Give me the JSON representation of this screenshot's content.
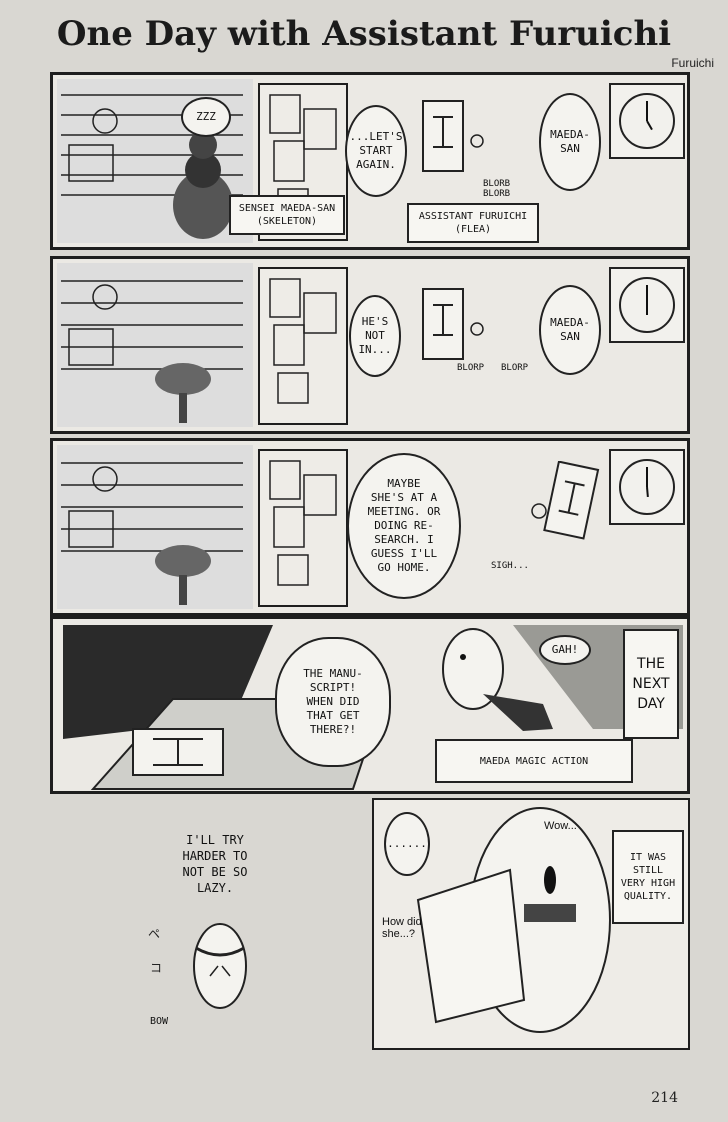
{
  "title": "One Day with Assistant Furuichi",
  "author": "Furuichi",
  "page_number": "214",
  "panel1": {
    "sfx_zzz": "ZZZ",
    "bubble_start": "...LET'S\nSTART\nAGAIN.",
    "bubble_maeda": "MAEDA-\nSAN",
    "caption_sensei": "SENSEI MAEDA-SAN\n(SKELETON)",
    "caption_assistant": "ASSISTANT FURUICHI\n(FLEA)",
    "sfx_blorb": "BLORB\n  BLORB"
  },
  "panel2": {
    "bubble_notin": "HE'S\nNOT\nIN...",
    "bubble_maeda": "MAEDA-\nSAN",
    "sfx_blorp1": "BLORP",
    "sfx_blorp2": "BLORP"
  },
  "panel3": {
    "bubble_meeting": "MAYBE\nSHE'S AT A\nMEETING. OR\nDOING RE-\nSEARCH. I\nGUESS I'LL\nGO HOME.",
    "sfx_sigh": "SIGH..."
  },
  "panel4": {
    "bubble_manuscript": "THE MANU-\nSCRIPT!\nWHEN DID\nTHAT GET\nTHERE?!",
    "bubble_gah": "GAH!",
    "caption_nextday": "THE\nNEXT\nDAY",
    "caption_magic": "MAEDA MAGIC ACTION"
  },
  "panel5": {
    "text_try": "I'LL TRY\nHARDER TO\nNOT BE SO\nLAZY.",
    "sfx_bow": "BOW",
    "sfx_wow": "Wow...",
    "bubble_dots": "......",
    "bubble_how": "How did\nshe...?",
    "caption_quality": "IT WAS\nSTILL\nVERY HIGH\nQUALITY."
  }
}
